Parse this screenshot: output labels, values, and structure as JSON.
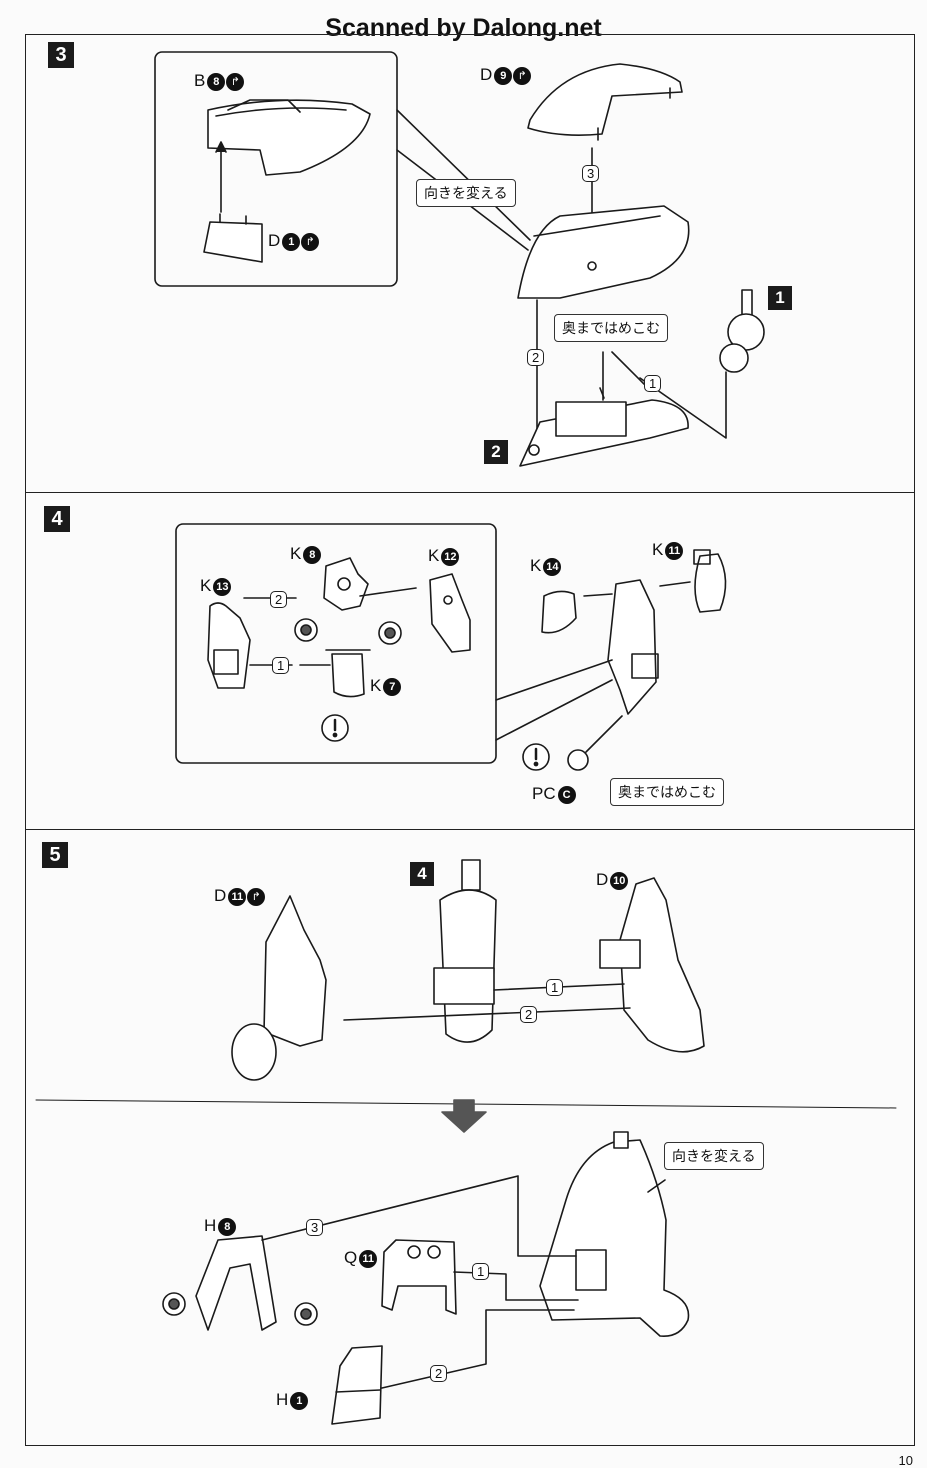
{
  "watermark": "Scanned by Dalong.net",
  "page_number": "10",
  "callouts": {
    "turn_around": "向きを変える",
    "push_fully": "奥まではめこむ"
  },
  "steps": [
    {
      "number": "3",
      "parts": [
        {
          "letter": "B",
          "num": "8",
          "gate": "↱"
        },
        {
          "letter": "D",
          "num": "1",
          "gate": "↱"
        },
        {
          "letter": "D",
          "num": "9",
          "gate": "↱"
        }
      ],
      "subassembly_refs": [
        "1",
        "2"
      ],
      "order_marks": [
        "3",
        "2",
        "1"
      ]
    },
    {
      "number": "4",
      "parts": [
        {
          "letter": "K",
          "num": "8"
        },
        {
          "letter": "K",
          "num": "12"
        },
        {
          "letter": "K",
          "num": "13"
        },
        {
          "letter": "K",
          "num": "7"
        },
        {
          "letter": "K",
          "num": "14"
        },
        {
          "letter": "K",
          "num": "11"
        },
        {
          "letter": "PC",
          "num": "C"
        }
      ],
      "order_marks": [
        "2",
        "1"
      ],
      "caution_mark": "!"
    },
    {
      "number": "5",
      "parts": [
        {
          "letter": "D",
          "num": "11",
          "gate": "↱"
        },
        {
          "letter": "D",
          "num": "10"
        },
        {
          "letter": "H",
          "num": "8"
        },
        {
          "letter": "Q",
          "num": "11"
        },
        {
          "letter": "H",
          "num": "1"
        }
      ],
      "subassembly_refs": [
        "4"
      ],
      "order_marks": [
        "1",
        "2",
        "3",
        "1",
        "2"
      ]
    }
  ]
}
